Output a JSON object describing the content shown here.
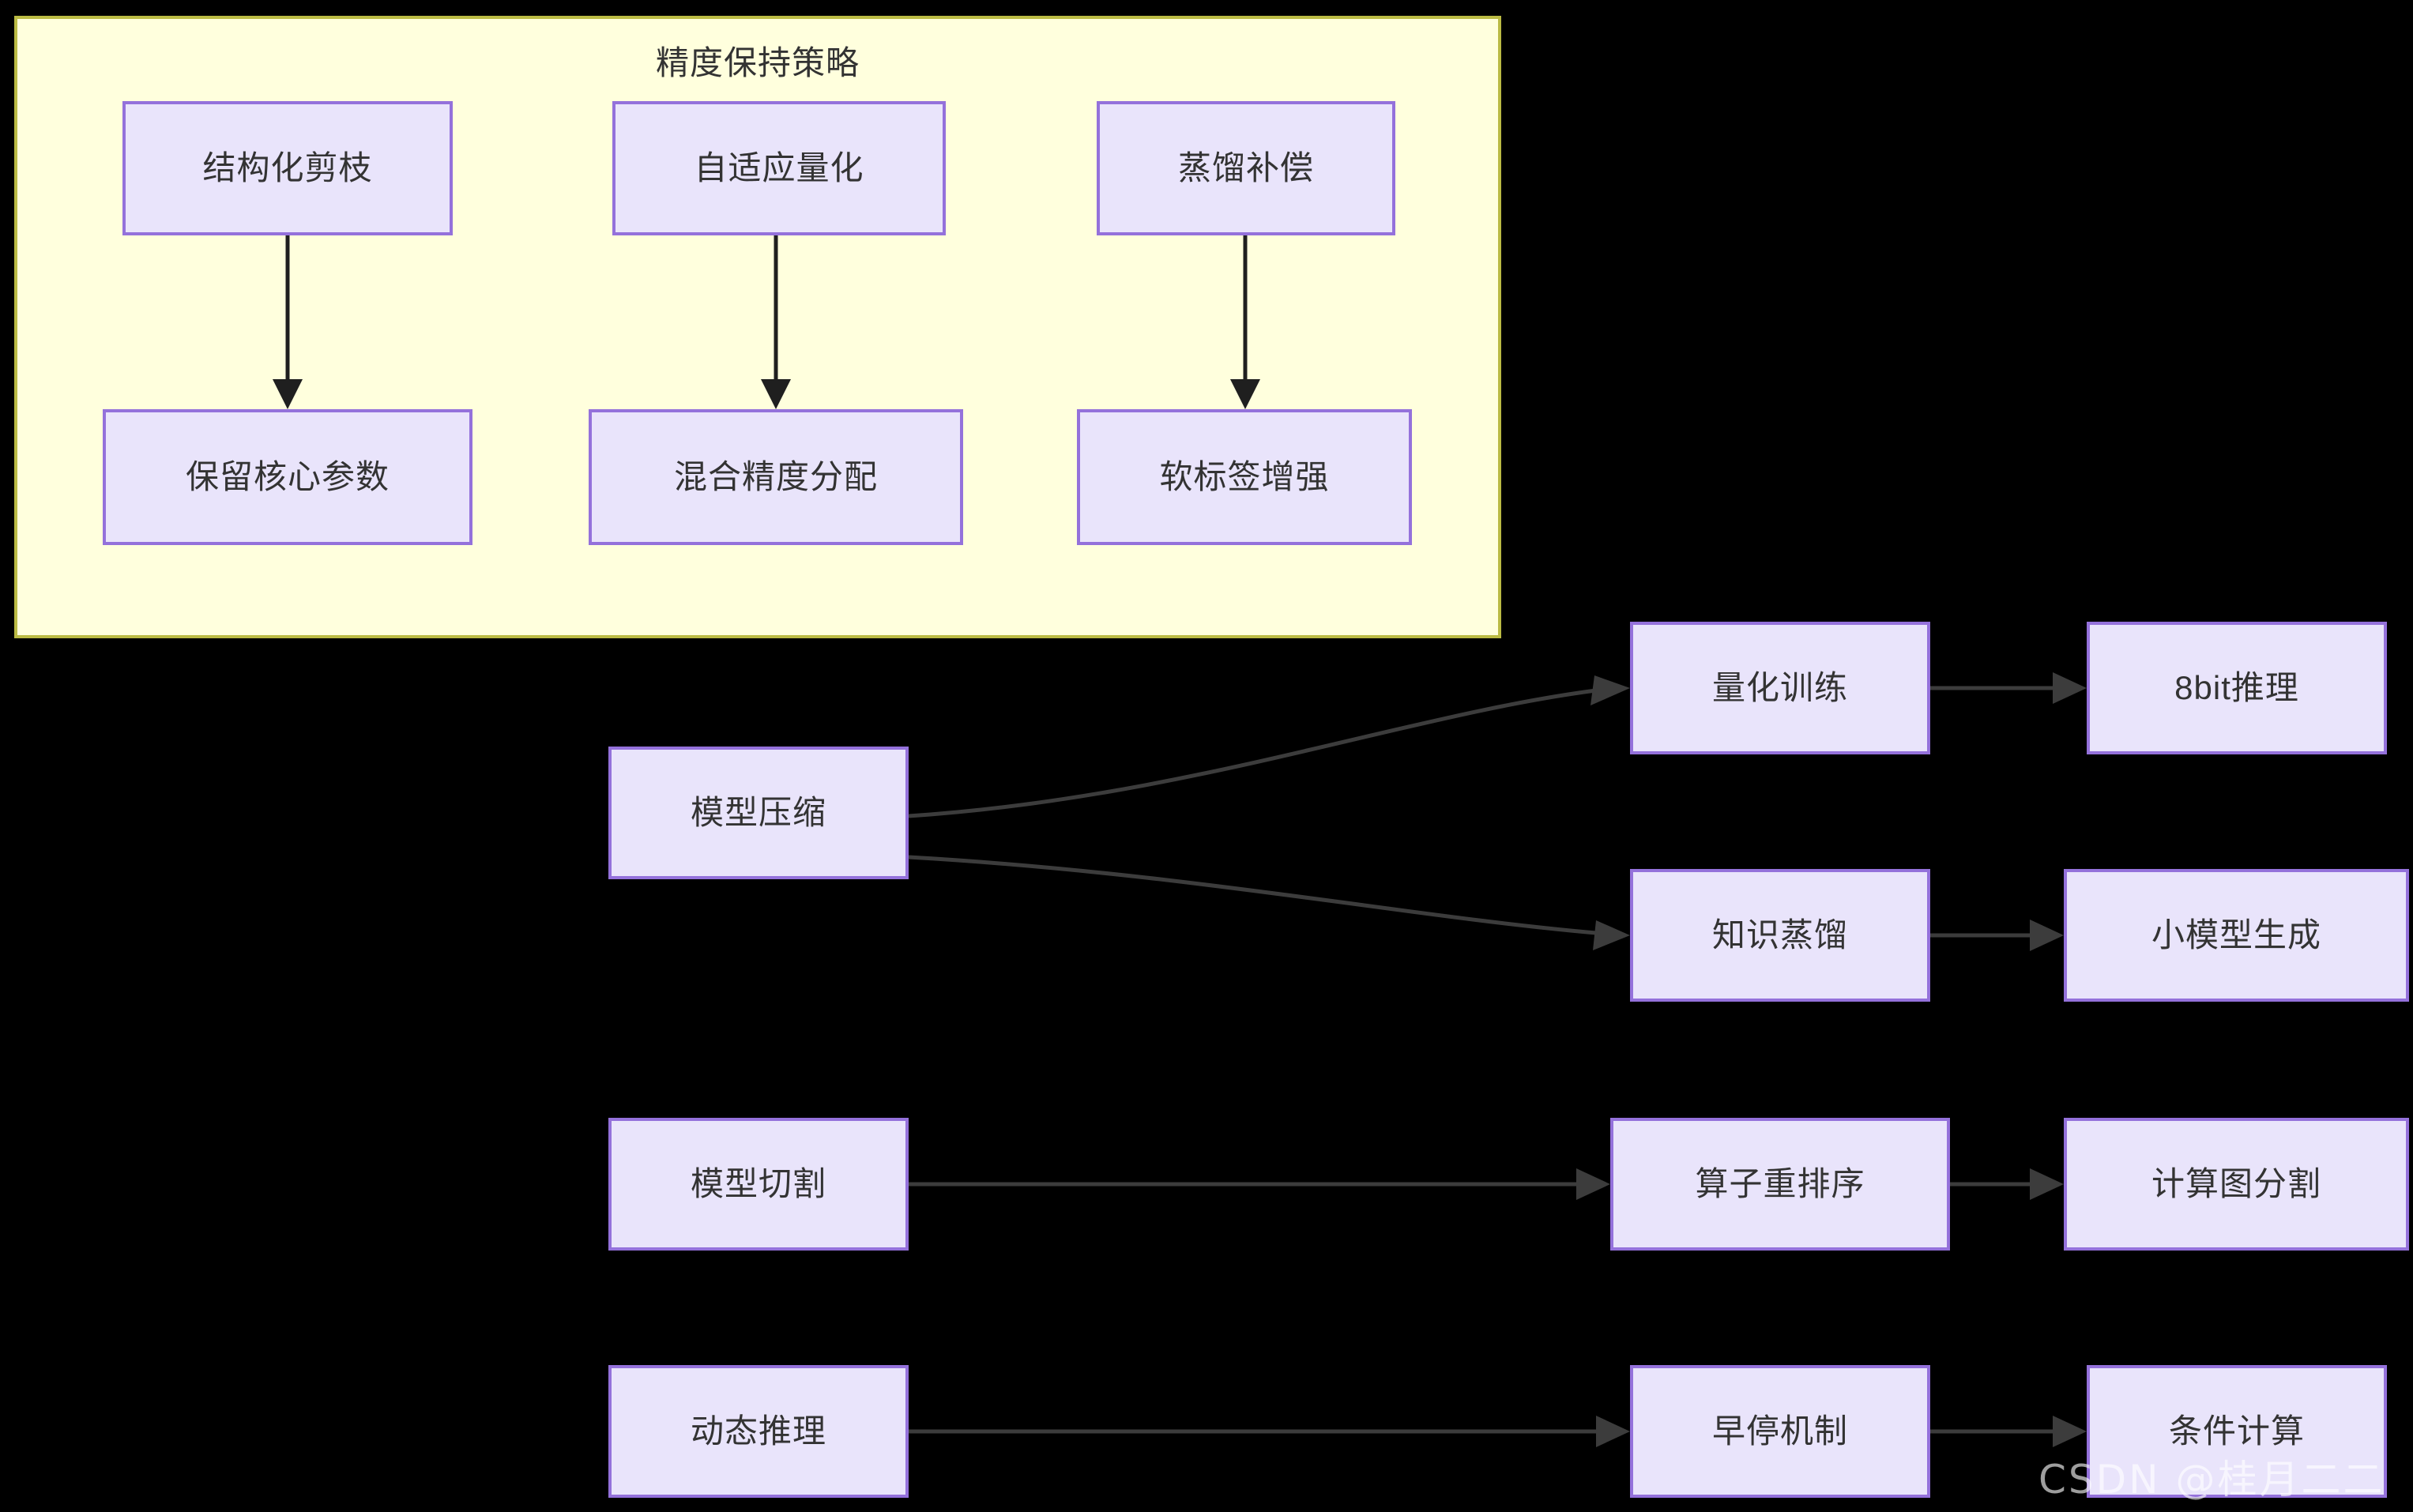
{
  "diagram": {
    "background_color": "#000000",
    "node_fill": "#e9e4fb",
    "node_border": "#9471db",
    "edge_color": "#333333",
    "subgraph_fill": "#ffffdd",
    "subgraph_border": "#bbbb44"
  },
  "subgraph": {
    "title": "精度保持策略",
    "top_nodes": [
      {
        "label": "结构化剪枝"
      },
      {
        "label": "自适应量化"
      },
      {
        "label": "蒸馏补偿"
      }
    ],
    "bottom_nodes": [
      {
        "label": "保留核心参数"
      },
      {
        "label": "混合精度分配"
      },
      {
        "label": "软标签增强"
      }
    ],
    "edges": [
      {
        "from": "结构化剪枝",
        "to": "保留核心参数"
      },
      {
        "from": "自适应量化",
        "to": "混合精度分配"
      },
      {
        "from": "蒸馏补偿",
        "to": "软标签增强"
      }
    ]
  },
  "main_flow": {
    "nodes": [
      {
        "id": "compress",
        "label": "模型压缩"
      },
      {
        "id": "quant_train",
        "label": "量化训练"
      },
      {
        "id": "int8_infer",
        "label": "8bit推理"
      },
      {
        "id": "distill",
        "label": "知识蒸馏"
      },
      {
        "id": "small_model",
        "label": "小模型生成"
      },
      {
        "id": "model_split",
        "label": "模型切割"
      },
      {
        "id": "op_reorder",
        "label": "算子重排序"
      },
      {
        "id": "graph_partition",
        "label": "计算图分割"
      },
      {
        "id": "dynamic_infer",
        "label": "动态推理"
      },
      {
        "id": "early_stop",
        "label": "早停机制"
      },
      {
        "id": "cond_compute",
        "label": "条件计算"
      }
    ],
    "edges": [
      {
        "from": "模型压缩",
        "to": "量化训练"
      },
      {
        "from": "模型压缩",
        "to": "知识蒸馏"
      },
      {
        "from": "量化训练",
        "to": "8bit推理"
      },
      {
        "from": "知识蒸馏",
        "to": "小模型生成"
      },
      {
        "from": "模型切割",
        "to": "算子重排序"
      },
      {
        "from": "算子重排序",
        "to": "计算图分割"
      },
      {
        "from": "动态推理",
        "to": "早停机制"
      },
      {
        "from": "早停机制",
        "to": "条件计算"
      }
    ]
  },
  "watermark": {
    "text": "CSDN @桂月二二"
  }
}
